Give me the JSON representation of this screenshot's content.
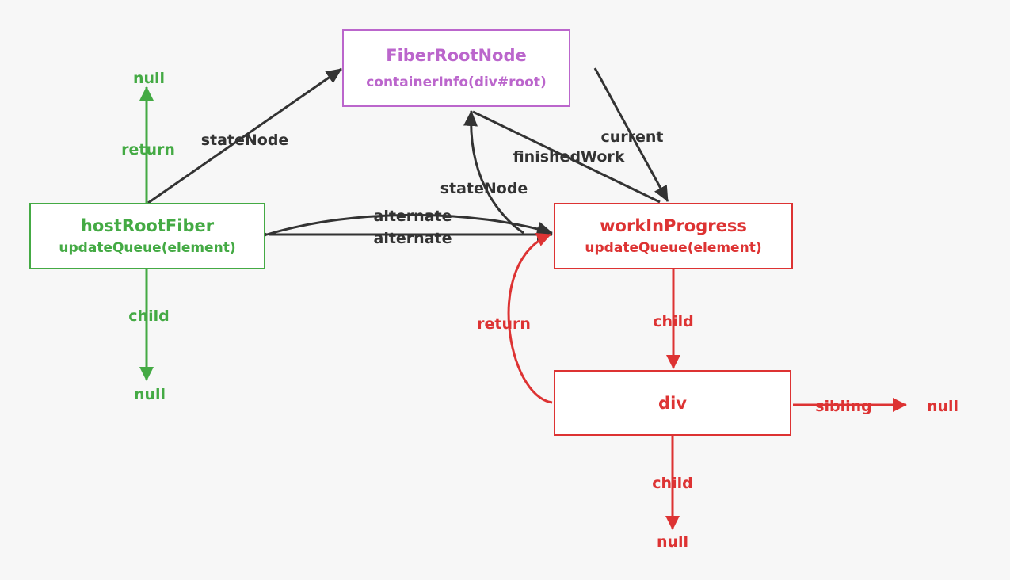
{
  "colors": {
    "green": "#44aa44",
    "red": "#dd3333",
    "purple": "#bb66cc",
    "dark": "#333333",
    "background": "#f7f7f7"
  },
  "nodes": {
    "fiber_root": {
      "title": "FiberRootNode",
      "subtitle": "containerInfo(div#root)"
    },
    "host_root": {
      "title": "hostRootFiber",
      "subtitle": "updateQueue(element)"
    },
    "work_in_progress": {
      "title": "workInProgress",
      "subtitle": "updateQueue(element)"
    },
    "div": {
      "title": "div"
    }
  },
  "edges": {
    "host_return": "return",
    "host_return_target": "null",
    "host_child": "child",
    "host_child_target": "null",
    "host_state_node": "stateNode",
    "current": "current",
    "finished_work": "finishedWork",
    "wip_state_node": "stateNode",
    "alternate_top": "alternate",
    "alternate_bottom": "alternate",
    "wip_child": "child",
    "div_return": "return",
    "div_sibling": "sibling",
    "div_sibling_target": "null",
    "div_child": "child",
    "div_child_target": "null"
  }
}
